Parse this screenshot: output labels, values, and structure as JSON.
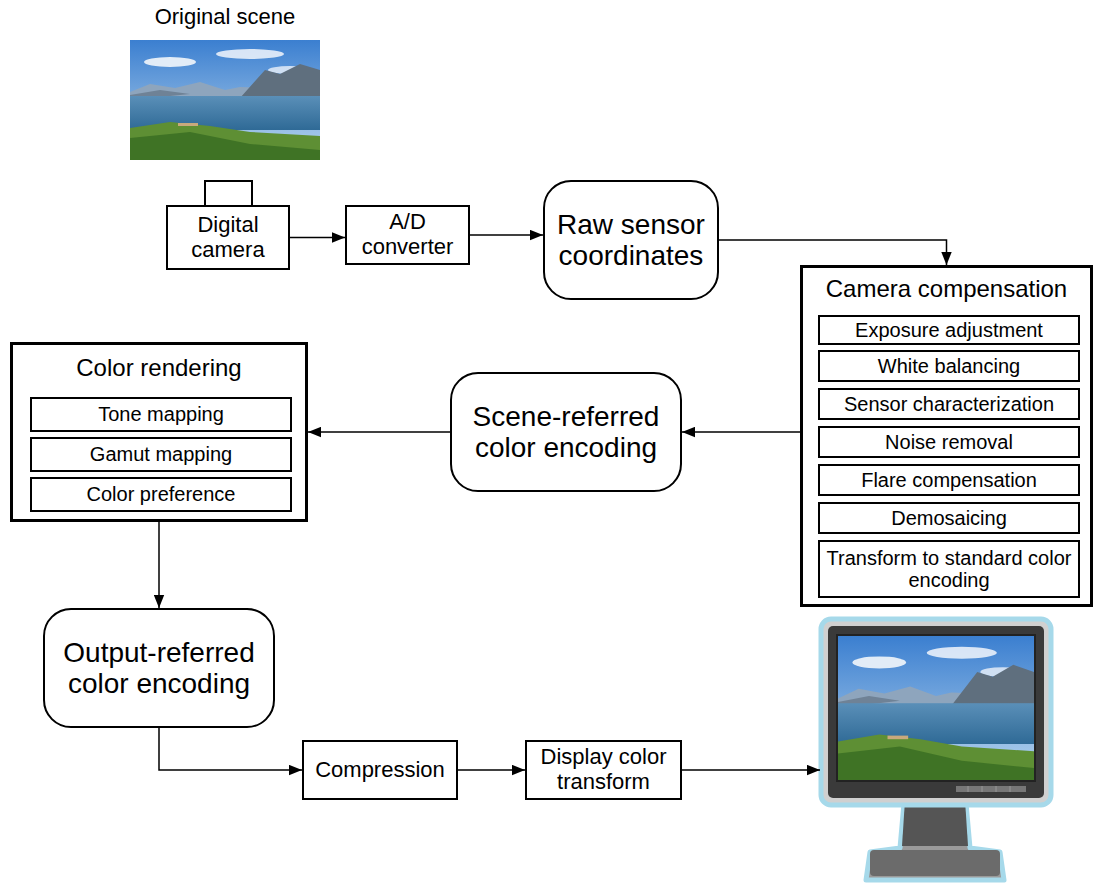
{
  "diagram": {
    "nodes": [
      {
        "text": [
          "Digital camera"
        ]
      },
      {
        "text": [
          "A/D converter"
        ]
      },
      {
        "text": [
          "Raw sensor coordinates"
        ]
      },
      {
        "text": [
          "Camera compensation"
        ]
      },
      {
        "text": [
          "Exposure adjustment"
        ],
        "in": 3
      },
      {
        "text": [
          "White balancing"
        ],
        "in": 3
      },
      {
        "text": [
          "Sensor characterization"
        ],
        "in": 3
      },
      {
        "text": [
          "Noise removal"
        ],
        "in": 3
      },
      {
        "text": [
          "Flare compensation"
        ],
        "in": 3
      },
      {
        "text": [
          "Demosaicing"
        ],
        "in": 3
      },
      {
        "text": [
          "Transform to standard color encoding"
        ],
        "in": 3
      },
      {
        "text": [
          "Scene-referred color encoding"
        ]
      },
      {
        "text": [
          "Color rendering"
        ]
      },
      {
        "text": [
          "Tone mapping"
        ],
        "in": 12
      },
      {
        "text": [
          "Gamut mapping"
        ],
        "in": 12
      },
      {
        "text": [
          "Color preference"
        ],
        "in": 12
      },
      {
        "text": [
          "Output-referred color encoding"
        ]
      },
      {
        "text": [
          "Compression"
        ]
      },
      {
        "text": [
          "Display color transform"
        ]
      }
    ],
    "edges": [
      {
        "from": 0,
        "to": 1,
        "arrow": "to"
      },
      {
        "from": 1,
        "to": 2,
        "arrow": "to"
      },
      {
        "from": 2,
        "to": 3,
        "arrow": "to"
      },
      {
        "from": 3,
        "to": 11,
        "arrow": "to"
      },
      {
        "from": 11,
        "to": 12,
        "arrow": "to"
      },
      {
        "from": 12,
        "to": 16,
        "arrow": "to"
      },
      {
        "from": 16,
        "to": 17,
        "arrow": "to"
      },
      {
        "from": 17,
        "to": 18,
        "arrow": "to"
      }
    ],
    "labels": [
      "Original scene"
    ]
  }
}
